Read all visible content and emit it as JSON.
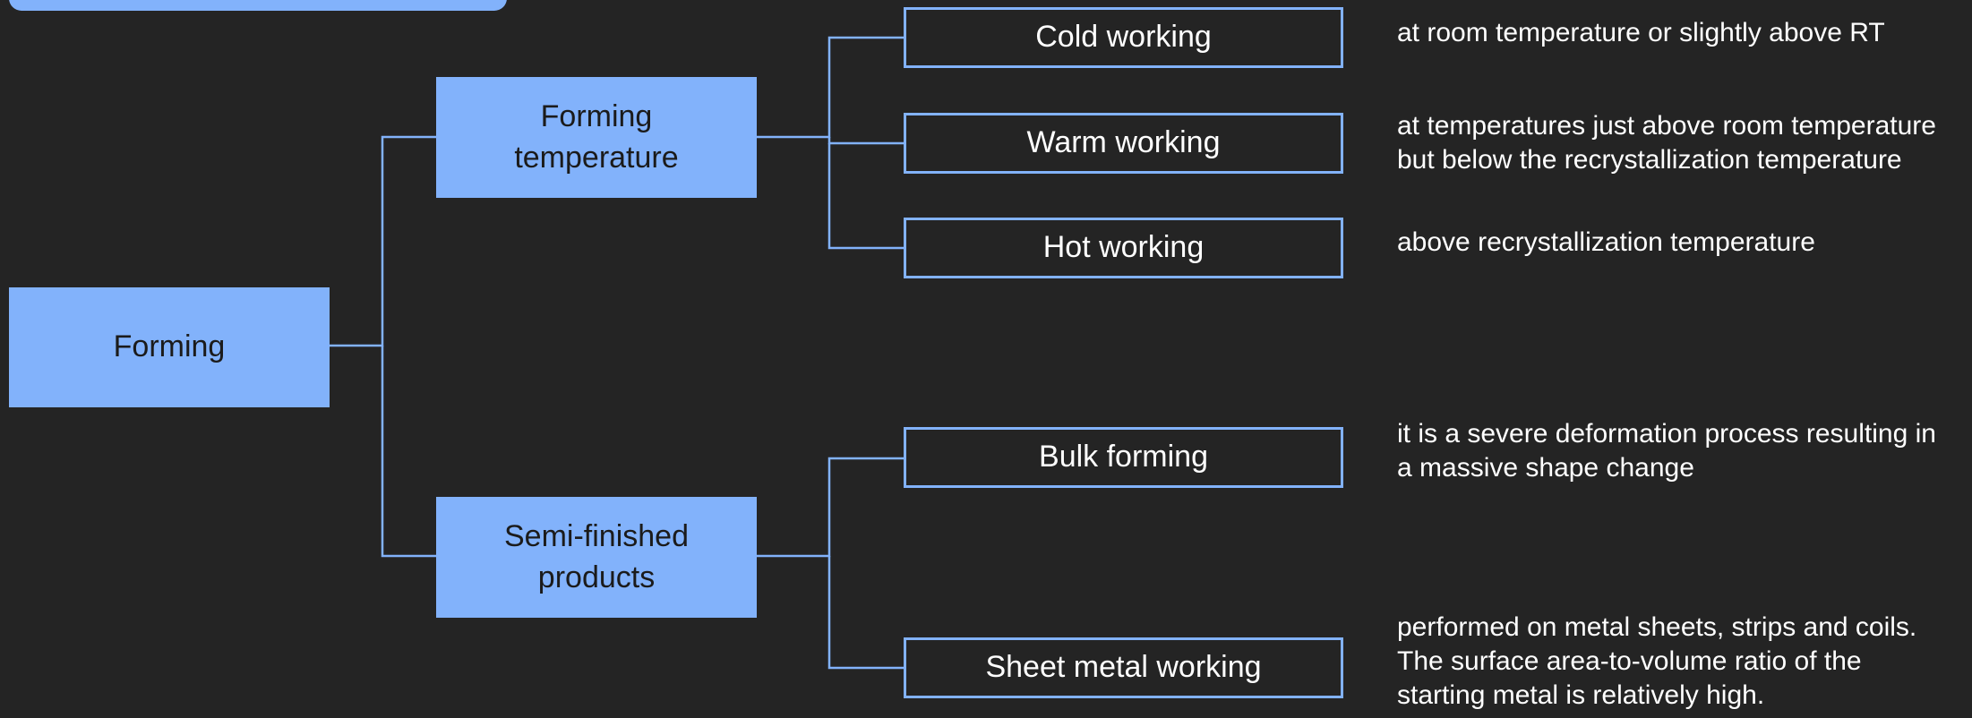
{
  "diagram": {
    "root": {
      "label": "Forming"
    },
    "categories": [
      {
        "lines": [
          "Forming",
          "temperature"
        ],
        "children": [
          {
            "label": "Cold working",
            "description": [
              "at room temperature or slightly above RT"
            ]
          },
          {
            "label": "Warm working",
            "description": [
              "at temperatures just above room temperature",
              "but below the recrystallization temperature"
            ]
          },
          {
            "label": "Hot working",
            "description": [
              "above recrystallization temperature"
            ]
          }
        ]
      },
      {
        "lines": [
          "Semi-finished",
          "products"
        ],
        "children": [
          {
            "label": "Bulk forming",
            "description": [
              "it is a severe deformation process resulting in",
              "a massive shape change"
            ]
          },
          {
            "label": "Sheet metal working",
            "description": [
              "performed on metal sheets, strips and coils.",
              "The surface area-to-volume ratio of the",
              "starting metal is relatively high."
            ]
          }
        ]
      }
    ],
    "colors": {
      "background": "#242424",
      "accent": "#82b2fb",
      "text_on_accent": "#1b1b1b",
      "text": "#ffffff"
    }
  }
}
